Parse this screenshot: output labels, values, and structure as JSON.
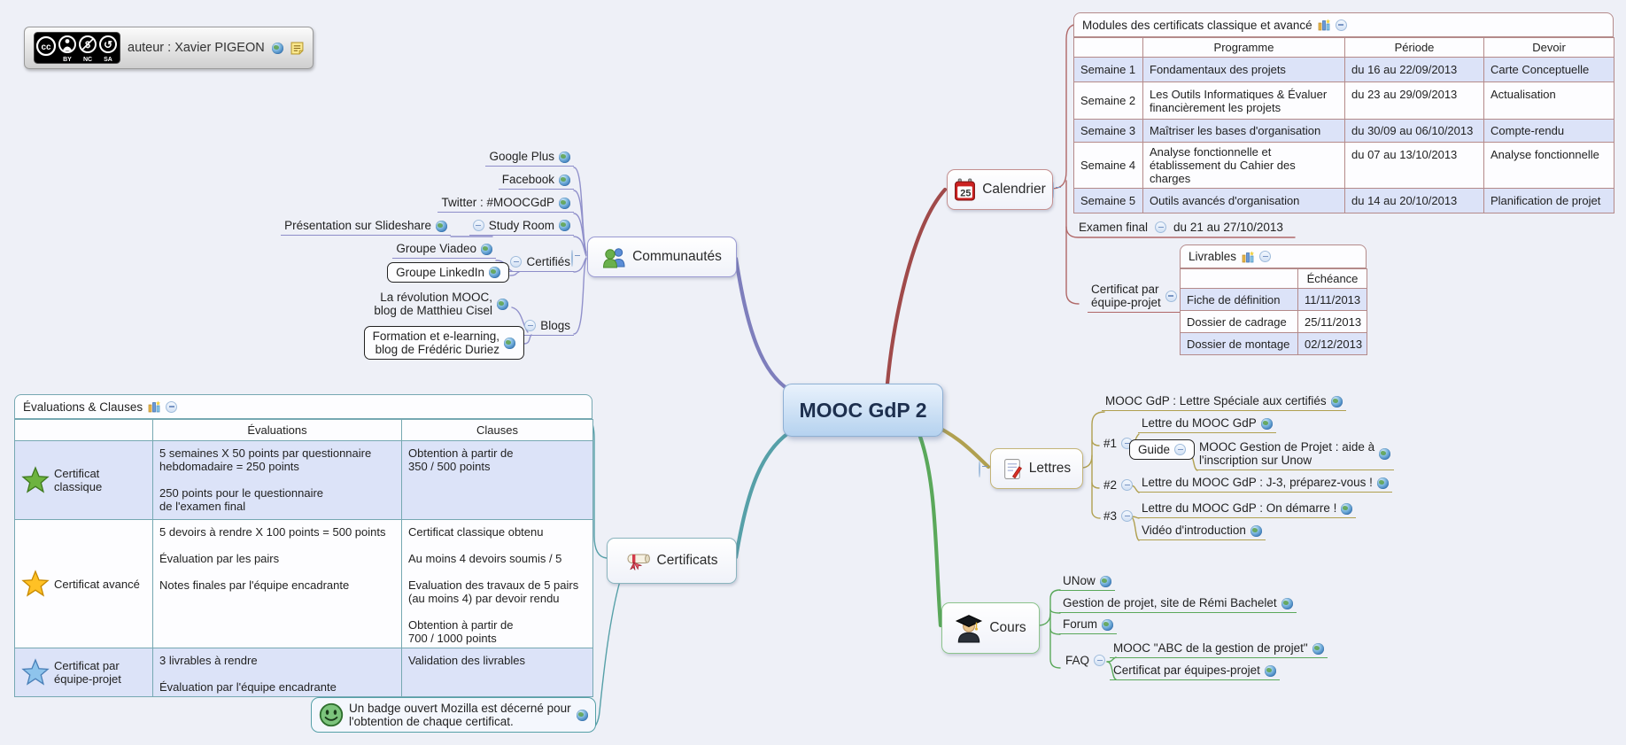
{
  "license": {
    "author": "auteur : Xavier PIGEON",
    "cc": {
      "cc_glyph": "cc",
      "nc_glyph": "$",
      "sa_glyph": "↺",
      "labels": [
        "BY",
        "NC",
        "SA"
      ]
    }
  },
  "central": {
    "title": "MOOC GdP 2"
  },
  "branches": {
    "communautes": {
      "label": "Communautés",
      "google_plus": "Google Plus",
      "facebook": "Facebook",
      "twitter": "Twitter : #MOOCGdP",
      "study_room": "Study Room",
      "slideshare": "Présentation sur Slideshare",
      "viadeo": "Groupe Viadeo",
      "certifies": "Certifiés",
      "linkedin": "Groupe LinkedIn",
      "blogs": "Blogs",
      "blog_cisel": "La révolution MOOC,\nblog de Matthieu Cisel",
      "blog_duriez": "Formation et e-learning,\nblog de Frédéric Duriez"
    },
    "calendrier": {
      "label": "Calendrier",
      "icon_day": "25",
      "modules_table": {
        "title": "Modules des certificats classique et avancé",
        "headers": [
          "Programme",
          "Période",
          "Devoir"
        ],
        "rows": [
          {
            "semaine": "Semaine 1",
            "programme": "Fondamentaux des projets",
            "periode": "du 16 au 22/09/2013",
            "devoir": "Carte Conceptuelle"
          },
          {
            "semaine": "Semaine 2",
            "programme": "Les Outils Informatiques & Évaluer\nfinancièrement les projets",
            "periode": "du 23 au 29/09/2013",
            "devoir": "Actualisation"
          },
          {
            "semaine": "Semaine 3",
            "programme": "Maîtriser les bases d'organisation",
            "periode": "du 30/09 au 06/10/2013",
            "devoir": "Compte-rendu"
          },
          {
            "semaine": "Semaine 4",
            "programme": "Analyse fonctionnelle et\nétablissement du Cahier des charges",
            "periode": "du 07 au 13/10/2013",
            "devoir": "Analyse fonctionnelle"
          },
          {
            "semaine": "Semaine 5",
            "programme": "Outils avancés d'organisation",
            "periode": "du 14 au 20/10/2013",
            "devoir": "Planification de projet"
          }
        ]
      },
      "examen_final": {
        "label": "Examen final",
        "periode": "du 21 au 27/10/2013"
      },
      "equipe_projet": {
        "label": "Certificat par\néquipe-projet"
      },
      "livrables_table": {
        "title": "Livrables",
        "header": "Échéance",
        "rows": [
          {
            "livrable": "Fiche de définition",
            "echeance": "11/11/2013"
          },
          {
            "livrable": "Dossier de cadrage",
            "echeance": "25/11/2013"
          },
          {
            "livrable": "Dossier de montage",
            "echeance": "02/12/2013"
          }
        ]
      }
    },
    "lettres": {
      "label": "Lettres",
      "speciale": "MOOC GdP : Lettre Spéciale aux certifiés",
      "n1": "#1",
      "n1_lettre": "Lettre du MOOC GdP",
      "guide": "Guide",
      "guide_child": "MOOC Gestion de Projet : aide à\nl'inscription sur Unow",
      "n2": "#2",
      "n2_lettre": "Lettre du MOOC GdP : J-3, préparez-vous !",
      "n3": "#3",
      "n3_lettre": "Lettre du MOOC GdP : On démarre !",
      "n3_video": "Vidéo d'introduction"
    },
    "certificats": {
      "label": "Certificats",
      "eval_table": {
        "title": "Évaluations & Clauses",
        "headers": [
          "Évaluations",
          "Clauses"
        ],
        "rows": [
          {
            "label": "Certificat classique",
            "evaluations": "5 semaines X 50 points par questionnaire\nhebdomadaire = 250 points\n\n250 points pour le questionnaire\nde l'examen final",
            "clauses": "Obtention à partir de\n350 / 500 points"
          },
          {
            "label": "Certificat avancé",
            "evaluations": "5 devoirs à rendre X 100 points = 500 points\n\nÉvaluation par les pairs\n\nNotes finales par l'équipe encadrante",
            "clauses": "Certificat classique obtenu\n\nAu moins 4 devoirs soumis / 5\n\nEvaluation des travaux de 5 pairs\n(au moins 4) par devoir rendu\n\nObtention à partir de\n700 / 1000 points"
          },
          {
            "label": "Certificat par\néquipe-projet",
            "evaluations": "3 livrables à rendre\n\nÉvaluation par l'équipe encadrante",
            "clauses": "Validation des livrables"
          }
        ]
      },
      "badge_note": "Un badge ouvert Mozilla est décerné pour\nl'obtention de chaque certificat."
    },
    "cours": {
      "label": "Cours",
      "unow": "UNow",
      "bachelet": "Gestion de projet, site de Rémi Bachelet",
      "forum": "Forum",
      "faq": "FAQ",
      "faq_abc": "MOOC \"ABC de la gestion de projet\"",
      "faq_cert": "Certificat par équipes-projet"
    }
  },
  "colors": {
    "background": "#eef0f7",
    "branch_communautes": "#7e7ebc",
    "branch_calendrier": "#a04a4a",
    "branch_lettres": "#b0a050",
    "branch_certificats": "#56a0a8",
    "branch_cours": "#5aa85a",
    "table_red_border": "#b48a8a",
    "table_teal_border": "#76a8b2",
    "row_lavender": "#dce3f8",
    "central_fill": "#b5d2ef"
  }
}
